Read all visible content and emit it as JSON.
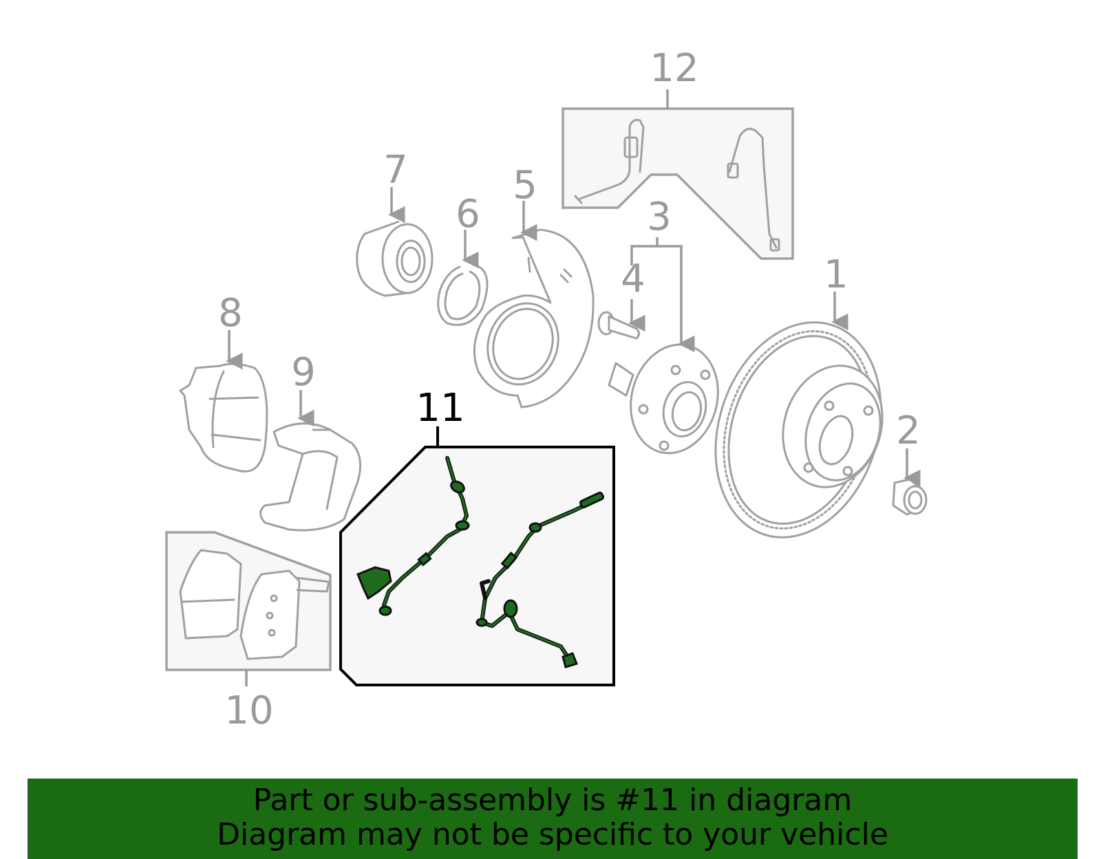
{
  "diagram": {
    "callouts": [
      "1",
      "2",
      "3",
      "4",
      "5",
      "6",
      "7",
      "8",
      "9",
      "10",
      "11",
      "12"
    ],
    "highlighted_callout": "11",
    "highlight_color": "#1a6b11"
  },
  "banner": {
    "line1": "Part or sub-assembly is #11 in diagram",
    "line2": "Diagram may not be specific to your vehicle",
    "background": "#1a6b11"
  }
}
